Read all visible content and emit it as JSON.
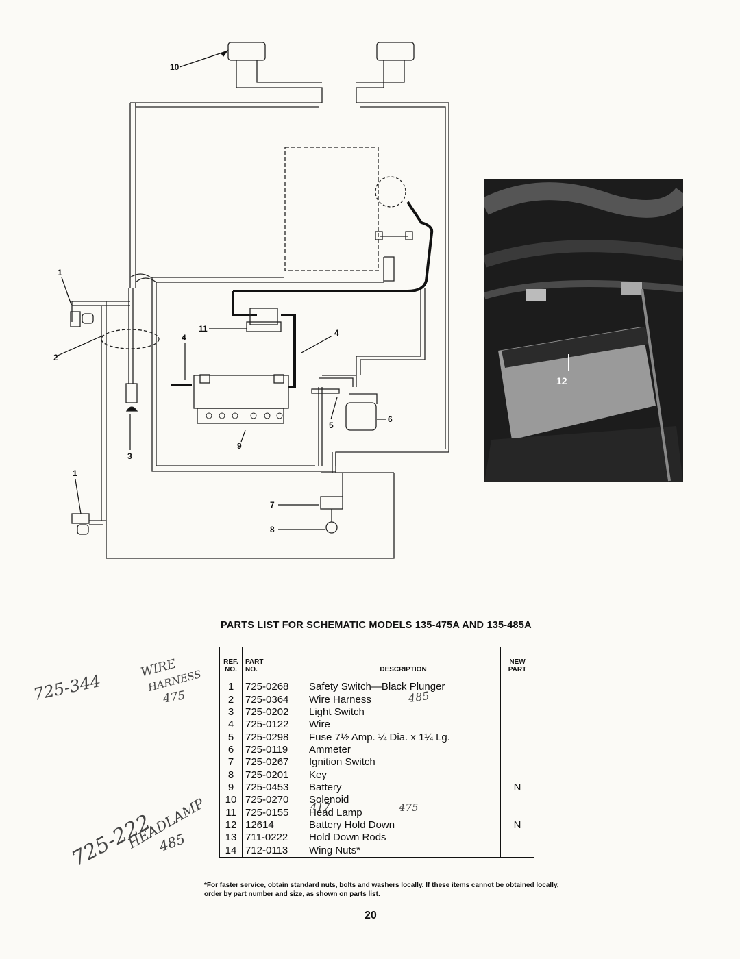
{
  "diagram": {
    "callouts": [
      "1",
      "2",
      "3",
      "4",
      "4",
      "5",
      "6",
      "7",
      "8",
      "9",
      "10",
      "11",
      "1"
    ],
    "photo_callout": "12"
  },
  "parts_list": {
    "title": "PARTS LIST FOR SCHEMATIC MODELS 135-475A AND 135-485A",
    "headers": {
      "ref_line1": "REF.",
      "ref_line2": "NO.",
      "part_line1": "PART",
      "part_line2": "NO.",
      "description": "DESCRIPTION",
      "new_line1": "NEW",
      "new_line2": "PART"
    },
    "rows": [
      {
        "ref": "1",
        "part": "725-0268",
        "description": "Safety Switch—Black Plunger",
        "new": ""
      },
      {
        "ref": "2",
        "part": "725-0364",
        "description": "Wire Harness",
        "new": ""
      },
      {
        "ref": "3",
        "part": "725-0202",
        "description": "Light Switch",
        "new": ""
      },
      {
        "ref": "4",
        "part": "725-0122",
        "description": "Wire",
        "new": ""
      },
      {
        "ref": "5",
        "part": "725-0298",
        "description": "Fuse 7½ Amp. ¼ Dia. x 1¼ Lg.",
        "new": ""
      },
      {
        "ref": "6",
        "part": "725-0119",
        "description": "Ammeter",
        "new": ""
      },
      {
        "ref": "7",
        "part": "725-0267",
        "description": "Ignition Switch",
        "new": ""
      },
      {
        "ref": "8",
        "part": "725-0201",
        "description": "Key",
        "new": ""
      },
      {
        "ref": "9",
        "part": "725-0453",
        "description": "Battery",
        "new": "N"
      },
      {
        "ref": "10",
        "part": "725-0270",
        "description": "Solenoid",
        "new": ""
      },
      {
        "ref": "11",
        "part": "725-0155",
        "description": "Head Lamp",
        "new": ""
      },
      {
        "ref": "12",
        "part": "12614",
        "description": "Battery Hold Down",
        "new": "N"
      },
      {
        "ref": "13",
        "part": "711-0222",
        "description": "Hold Down Rods",
        "new": ""
      },
      {
        "ref": "14",
        "part": "712-0113",
        "description": "Wing Nuts*",
        "new": ""
      }
    ]
  },
  "handwritten": {
    "note1_line1": "725-344",
    "note1_line2": "WIRE",
    "note1_line3": "HARNESS",
    "note1_line4": "475",
    "note2_line1": "725-222",
    "note2_line2": "HEADLAMP",
    "note2_line3": "485",
    "row2_mark": "485",
    "row11_mark": "417",
    "row11_lamp_mark": "475"
  },
  "footnote": "*For faster service, obtain standard nuts, bolts and washers locally. If these items cannot be obtained locally, order by part number and size, as shown on parts list.",
  "page_number": "20"
}
